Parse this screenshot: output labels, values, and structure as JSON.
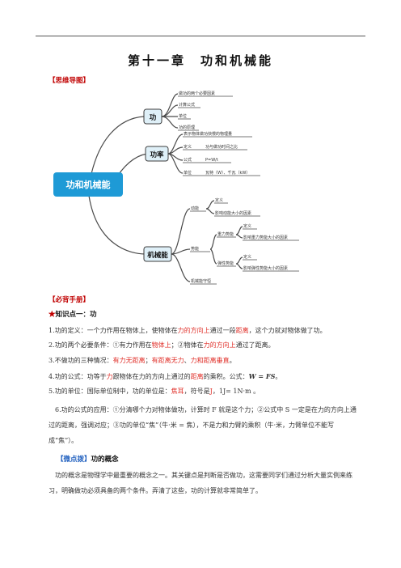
{
  "title": "第十一章　功和机械能",
  "section_mindmap": "【思维导图】",
  "mindmap": {
    "root": "功和机械能",
    "branches": [
      {
        "label": "功",
        "items": [
          "做功的两个必要因素",
          "计算公式",
          "单位",
          "功的原理"
        ]
      },
      {
        "label": "功率",
        "items": [
          "表示物体做功快慢的物理量",
          "定义",
          "功与做功时间之比",
          "公式",
          "P=W/t",
          "单位",
          "瓦特（W）、千瓦（kW）"
        ]
      },
      {
        "label": "机械能",
        "items": [
          "动能",
          "定义",
          "影响动能大小的因素",
          "势能",
          "重力势能",
          "定义",
          "影响重力势能大小的因素",
          "弹性势能",
          "定义",
          "影响弹性势能大小的因素",
          "机械能守恒"
        ]
      }
    ]
  },
  "section_must": "【必背手册】",
  "kp1": {
    "star": "★",
    "label": "知识点一：功"
  },
  "lines": {
    "l1": {
      "a": "1.功的定义：一个力作用在物体上，使物体在",
      "b": "力的方向上",
      "c": "通过一段",
      "d": "距离",
      "e": "，这个力就对物体做了功。"
    },
    "l2": {
      "a": "2.功的两个必要条件：①有力作用在",
      "b": "物体上",
      "c": "；②物体在",
      "d": "力的方向上",
      "e": "通过了距离。"
    },
    "l3": {
      "a": "3.不做功的三种情况：",
      "b": "有力无距离",
      "c": "；",
      "d": "有距离无力",
      "e": "、",
      "f": "力和距离垂直",
      "g": "。"
    },
    "l4": {
      "a": "4.功的公式：功等于",
      "b": "力",
      "c": "跟物体在力的方向上通过的",
      "d": "距离",
      "e": "的乘积。公式：",
      "f": "W = FS",
      "g": "。"
    },
    "l5": {
      "a": "5.功的单位：国际单位制中，功的单位是：",
      "b": "焦耳",
      "c": "，符号是",
      "d": "J",
      "e": "，1J= 1N·m 。"
    },
    "l6": "6.功的公式的应用：①分清哪个力对物体做功，计算时 F 就是这个力；②公式中 S 一定是在力的方向上通过的距离，强调对应；③功的单位“焦”（牛·米 = 焦），不是力和力臂的乘积（牛·米，力臂单位不能写成“焦”）。"
  },
  "tip": {
    "bracket": "【微点拨】",
    "text": "功的概念"
  },
  "tip_body": "功的概念是物理学中最重要的概念之一。其关键点是判断是否做功，这需要同学们通过分析大量实例来练习，明确做功必须具备的两个条件。弄清了这些，功的计算就非常简单了。",
  "colors": {
    "accent_red": "#c00000",
    "highlight_red": "#e0302a",
    "node_fill": "#dff0f8",
    "node_border": "#3d3d3d",
    "root_fill": "#1e9ad6",
    "line": "#4a4a4a"
  }
}
